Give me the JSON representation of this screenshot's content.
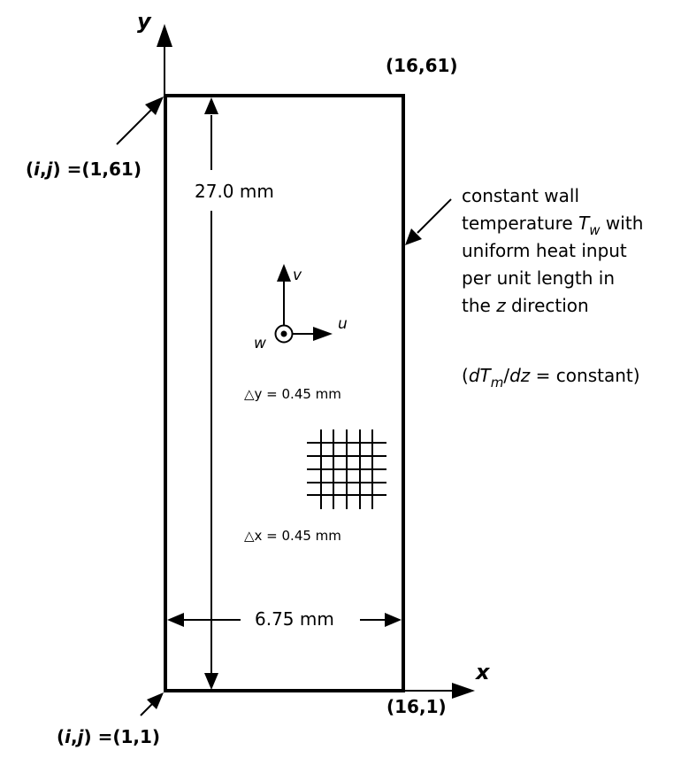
{
  "diagram": {
    "title": "",
    "axes": {
      "x_label": "x",
      "y_label": "y"
    },
    "corners": {
      "top_left": "(i,j) =(1,61)",
      "top_left_parts": {
        "prefix_open": "(",
        "i": "i",
        "comma": ",",
        "j": "j",
        "suffix": ") =(1,61)"
      },
      "top_right": "(16,61)",
      "bottom_left": "(i,j) =(1,1)",
      "bottom_left_parts": {
        "prefix_open": "(",
        "i": "i",
        "comma": ",",
        "j": "j",
        "suffix": ") =(1,1)"
      },
      "bottom_right": "(16,1)"
    },
    "dimensions": {
      "height": "27.0 mm",
      "width": "6.75 mm",
      "dy": "△y = 0.45 mm",
      "dx": "△x = 0.45 mm"
    },
    "velocity": {
      "u": "u",
      "v": "v",
      "w": "w"
    },
    "boundary_note": {
      "line1": "constant wall",
      "line2_pre": "temperature ",
      "line2_T": "T",
      "line2_sub": "w",
      "line2_post": " with",
      "line3": "uniform heat input",
      "line4": "per unit length in",
      "line5_pre": "the ",
      "line5_z": "z",
      "line5_post": " direction",
      "eq_open": "(",
      "eq_d1": "dT",
      "eq_sub": "m",
      "eq_slash": "/",
      "eq_d2": "dz",
      "eq_rest": " = constant)"
    },
    "colors": {
      "stroke": "#000000",
      "background": "#ffffff"
    }
  }
}
